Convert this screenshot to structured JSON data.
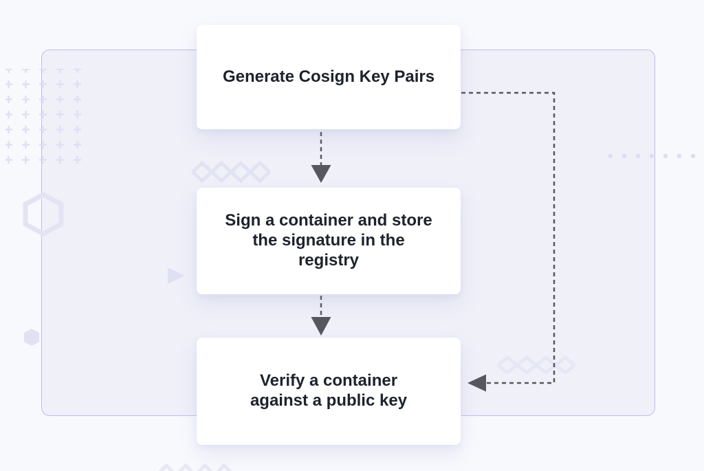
{
  "colors": {
    "page-bg": "#f8f9fd",
    "frame-bg": "#eff0f8",
    "frame-border": "#c3baee",
    "node-bg": "#ffffff",
    "node-text": "#1e222c",
    "arrow": "#56575f",
    "deco": "#e2e3f3"
  },
  "diagram": {
    "nodes": [
      {
        "id": "generate-keys",
        "label": "Generate Cosign Key Pairs"
      },
      {
        "id": "sign-container",
        "label": "Sign a container and store\nthe signature in the\nregistry"
      },
      {
        "id": "verify-container",
        "label": "Verify a container\nagainst a public key"
      }
    ],
    "connectors": [
      {
        "id": "generate-to-sign",
        "type": "dashed-arrow",
        "from": "generate-keys",
        "to": "sign-container"
      },
      {
        "id": "sign-to-verify",
        "type": "dashed-arrow",
        "from": "sign-container",
        "to": "verify-container"
      },
      {
        "id": "generate-to-verify",
        "type": "dashed-arrow-loop",
        "from": "generate-keys",
        "to": "verify-container"
      }
    ]
  }
}
